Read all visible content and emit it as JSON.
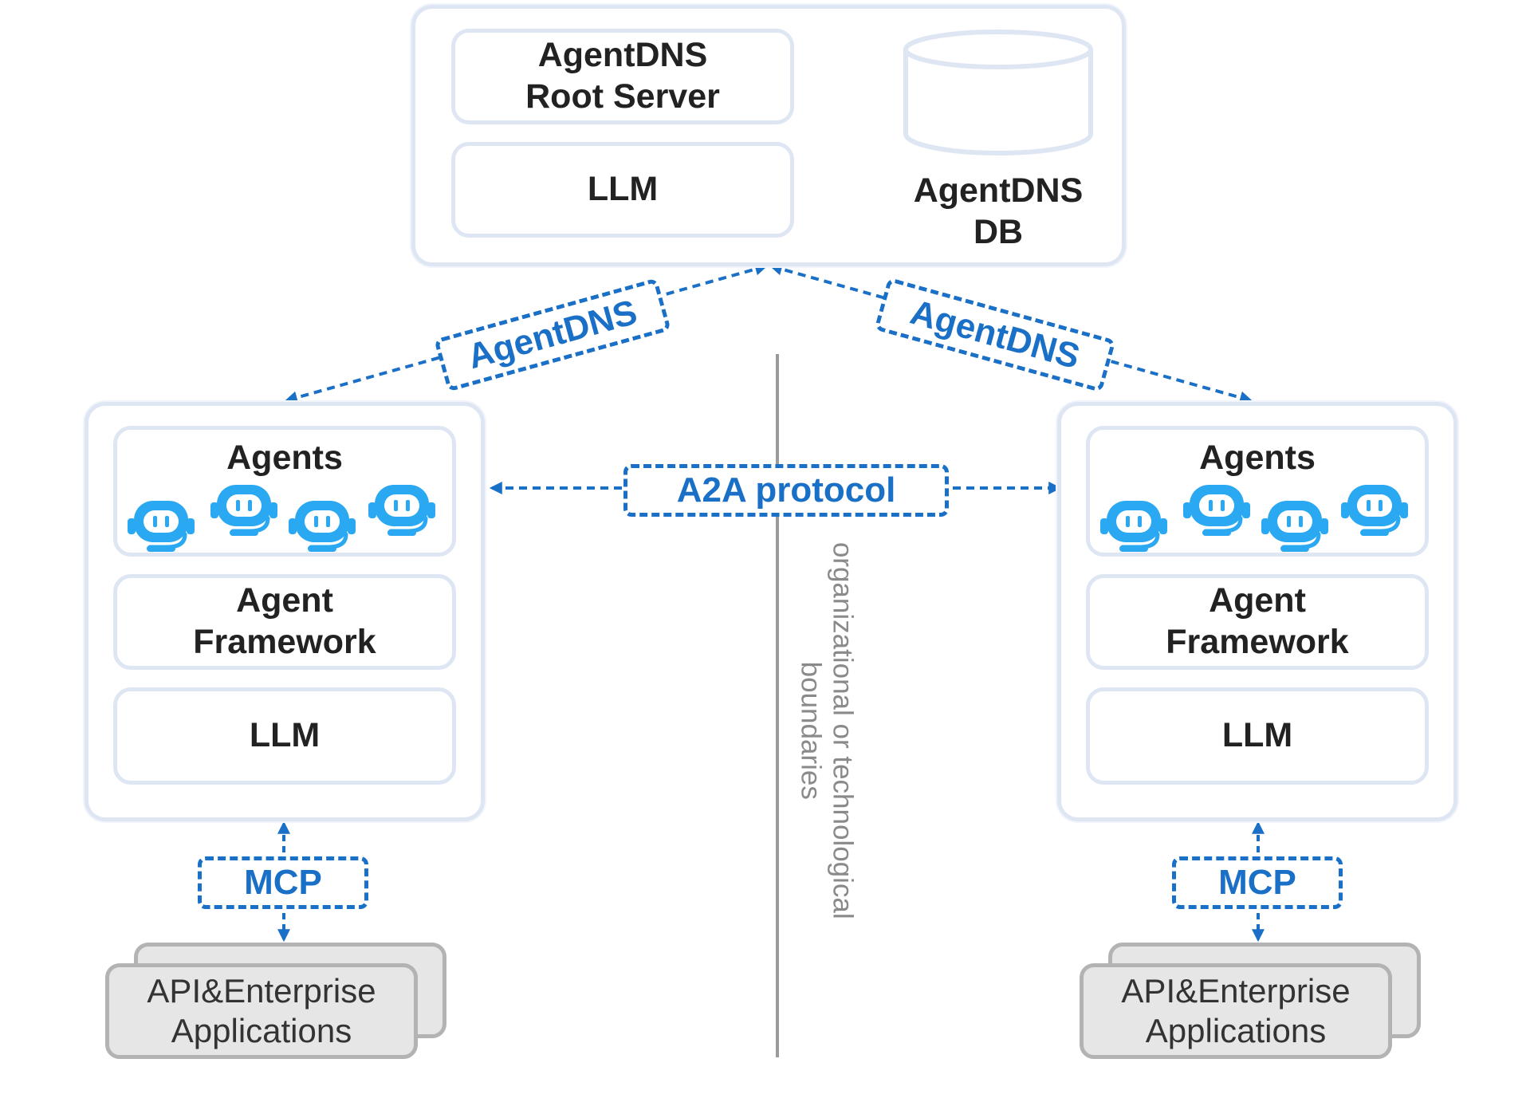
{
  "root": {
    "server_line1": "AgentDNS",
    "server_line2": "Root Server",
    "llm": "LLM",
    "db_line1": "AgentDNS",
    "db_line2": "DB"
  },
  "links": {
    "agentdns_left": "AgentDNS",
    "agentdns_right": "AgentDNS",
    "a2a": "A2A protocol"
  },
  "boundary": {
    "line1": "organizational or technological",
    "line2": "boundaries"
  },
  "left": {
    "agents": "Agents",
    "framework_line1": "Agent",
    "framework_line2": "Framework",
    "llm": "LLM",
    "mcp": "MCP",
    "app_line1": "API&Enterprise",
    "app_line2": "Applications"
  },
  "right": {
    "agents": "Agents",
    "framework_line1": "Agent",
    "framework_line2": "Framework",
    "llm": "LLM",
    "mcp": "MCP",
    "app_line1": "API&Enterprise",
    "app_line2": "Applications"
  },
  "colors": {
    "accent_blue": "#1a6fc6",
    "robot_blue": "#2aa8f2",
    "card_border": "#dfe6f3",
    "boundary_gray": "#9a9a9a",
    "app_fill": "#e6e6e6",
    "app_border": "#b3b3b3"
  },
  "icons": [
    "robot-icon",
    "database-icon",
    "arrow-icon"
  ]
}
